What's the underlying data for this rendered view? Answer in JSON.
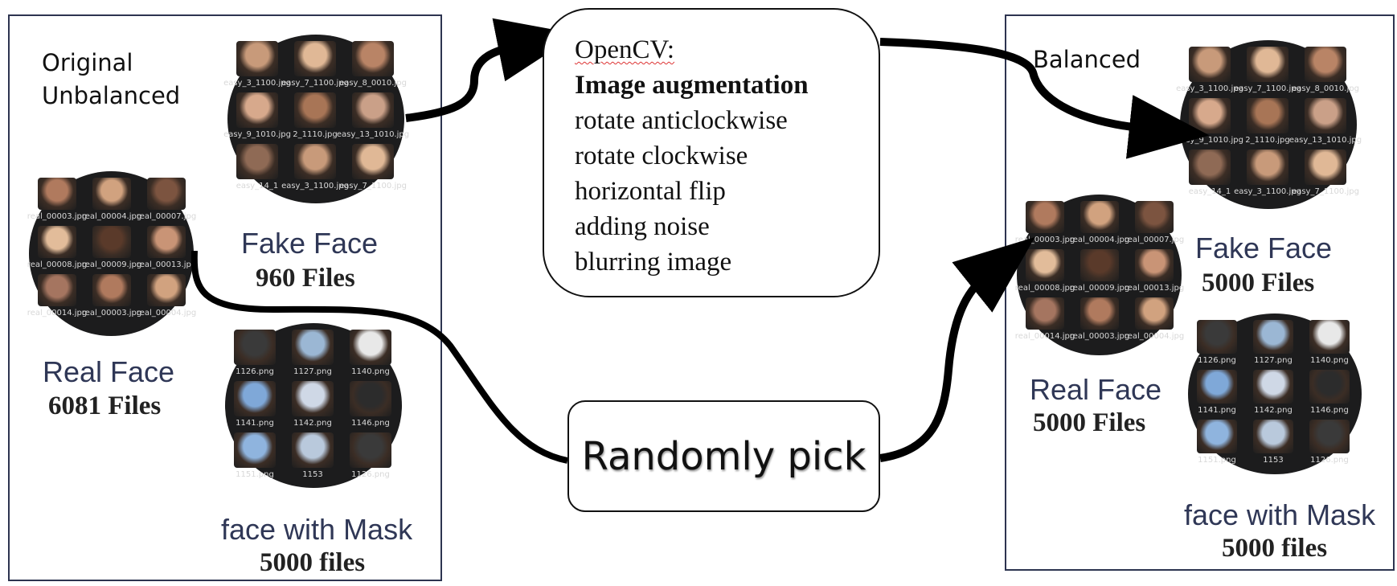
{
  "left_panel": {
    "header": [
      "Original",
      "Unbalanced"
    ]
  },
  "right_panel": {
    "header": "Balanced"
  },
  "groups": {
    "left_fake": {
      "title": "Fake Face",
      "count": "960 Files"
    },
    "left_real": {
      "title": "Real Face",
      "count": "6081 Files"
    },
    "left_mask": {
      "title": "face with Mask",
      "count": "5000 files"
    },
    "right_fake": {
      "title": "Fake Face",
      "count": "5000 Files"
    },
    "right_real": {
      "title": "Real Face",
      "count": "5000 Files"
    },
    "right_mask": {
      "title": "face with Mask",
      "count": "5000 files"
    }
  },
  "opencv_box": {
    "title": "OpenCV:",
    "heading": "Image augmentation",
    "steps": [
      "rotate anticlockwise",
      "rotate clockwise",
      "horizontal flip",
      "adding noise",
      "blurring image"
    ]
  },
  "random_box": {
    "label": "Randomly pick"
  },
  "thumbnails": {
    "fake": [
      "easy_3_1100.jpg",
      "easy_7_1100.jpg",
      "easy_8_0010.jpg",
      "easy_9_1010.jpg",
      "2_1110.jpg",
      "easy_13_1010.jpg",
      "easy_14_1"
    ],
    "real": [
      "real_00003.jpg",
      "real_00004.jpg",
      "real_00007.jpg",
      "real_00008.jpg",
      "real_00009.jpg",
      "real_00013.jpg",
      "real_00014.jpg"
    ],
    "mask": [
      "1126.png",
      "1127.png",
      "1140.png",
      "1141.png",
      "1142.png",
      "1146.png",
      "1151.png",
      "1153"
    ]
  },
  "colors": {
    "panel_border": "#2d3450",
    "label_blue": "#2f3756",
    "circle_bg": "#1c1c1d",
    "arrow": "#000000"
  }
}
